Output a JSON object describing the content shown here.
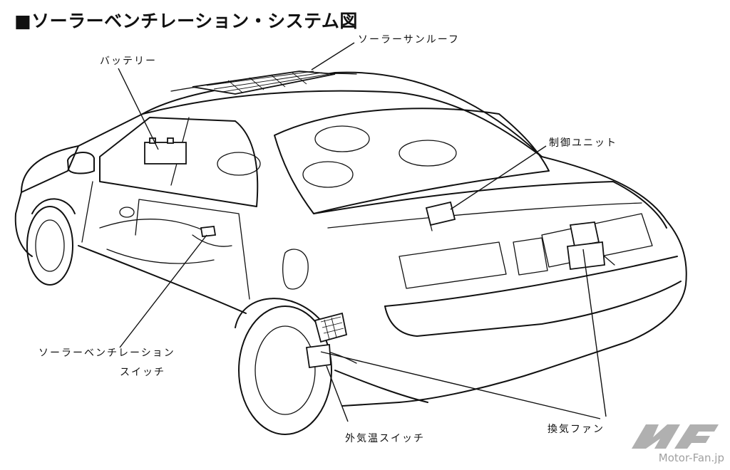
{
  "title": "■ソーラーベンチレーション・システム図",
  "labels": {
    "solar_sunroof": "ソーラーサンルーフ",
    "battery": "バッテリー",
    "control_unit": "制御ユニット",
    "solar_vent_switch_line1": "ソーラーベンチレーション",
    "solar_vent_switch_line2": "スイッチ",
    "outside_temp_switch": "外気温スイッチ",
    "ventilation_fan": "換気ファン"
  },
  "watermark": {
    "text": "Motor-Fan.jp",
    "mark": "MF"
  }
}
